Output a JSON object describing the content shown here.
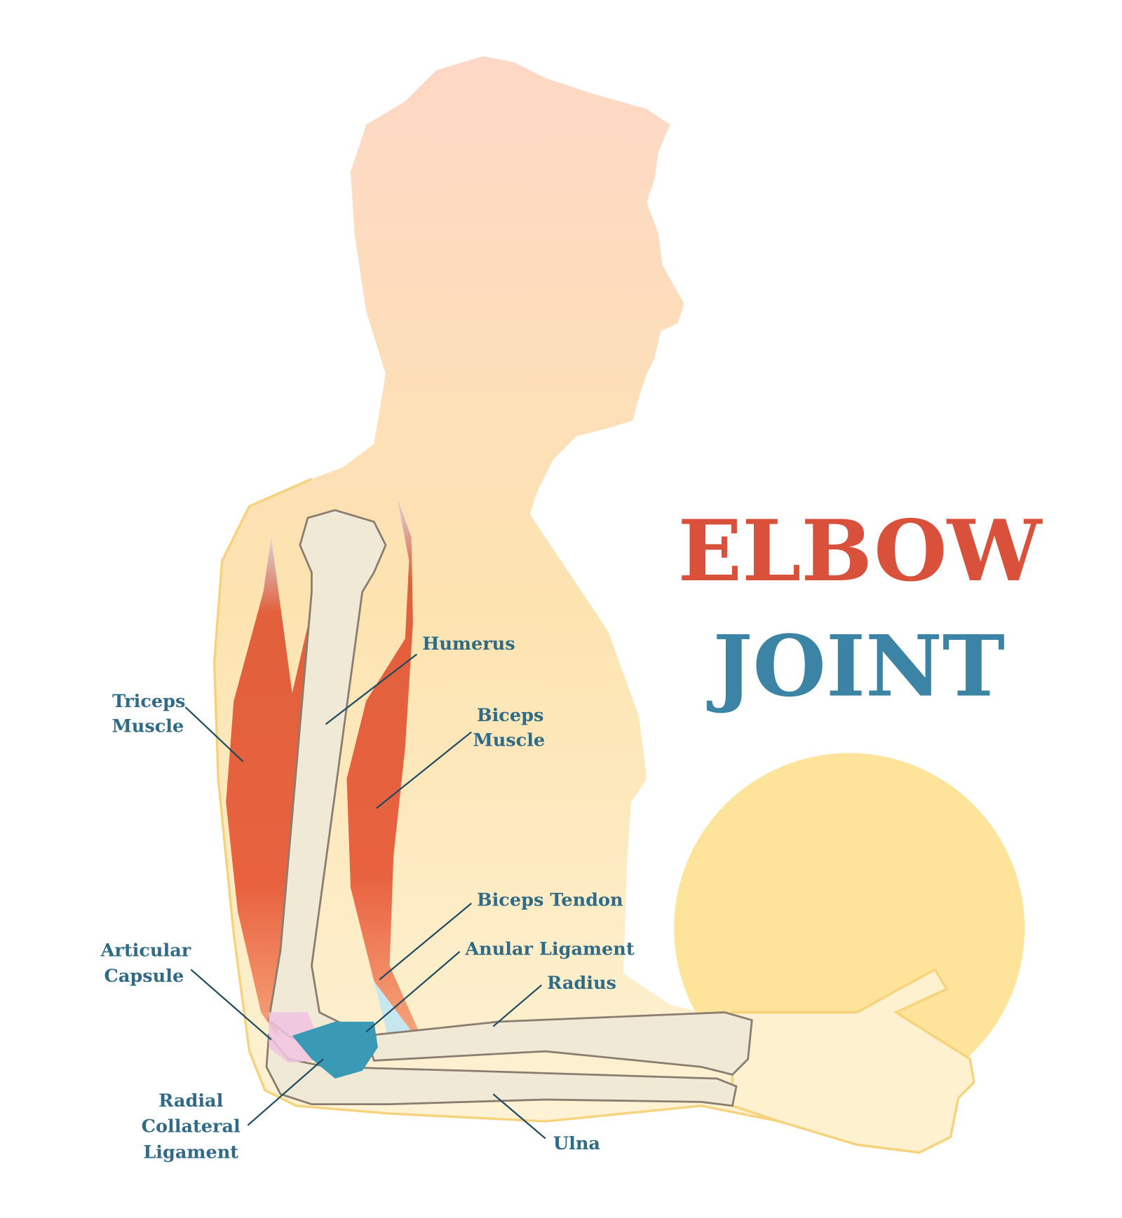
{
  "title": {
    "line1": "ELBOW",
    "line2": "JOINT",
    "color1": "#d9513a",
    "color2": "#3b84a5"
  },
  "labels": {
    "humerus": "Humerus",
    "triceps": [
      "Triceps",
      "Muscle"
    ],
    "biceps": [
      "Biceps",
      "Muscle"
    ],
    "biceps_tendon": "Biceps Tendon",
    "anular_ligament": "Anular Ligament",
    "radius": "Radius",
    "articular_capsule": [
      "Articular",
      "Capsule"
    ],
    "radial_collateral_ligament": [
      "Radial",
      "Collateral",
      "Ligament"
    ],
    "ulna": "Ulna"
  },
  "colors": {
    "label": "#2f6a86",
    "muscle": "#e0603e",
    "bone": "#efe9d6",
    "ligament": "#3a9ab5",
    "skin_top": "#fdd9c3",
    "skin_bottom": "#fde9a8",
    "ball": "#fde49a"
  }
}
